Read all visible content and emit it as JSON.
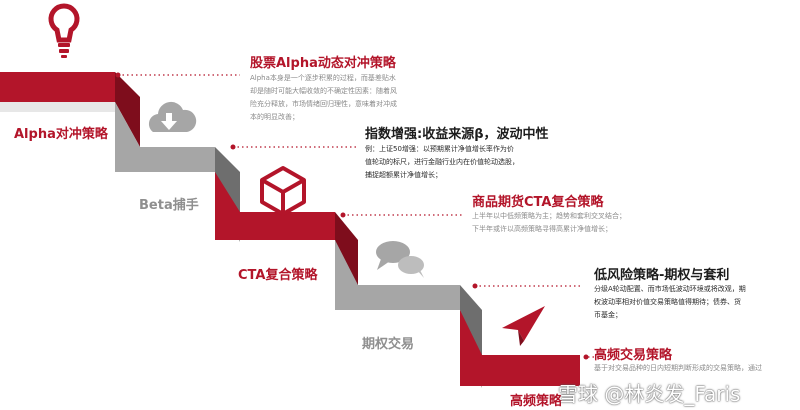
{
  "steps": [
    {
      "label": "Alpha对冲策略"
    },
    {
      "label": "Beta捕手"
    },
    {
      "label": "CTA复合策略"
    },
    {
      "label": "期权交易"
    },
    {
      "label": "高频策略"
    }
  ],
  "strategies": [
    {
      "title": "股票Alpha动态对冲策略",
      "lines": [
        "Alpha本身是一个逐步积累的过程，而基差贴水",
        "却是随时可能大幅收敛的不确定性因素：随着风",
        "险充分释放，市场情绪回归理性，意味着对冲成",
        "本的明显改善；"
      ]
    },
    {
      "title": "指数增强:收益来源β，波动中性",
      "lines": [
        "例：上证50增强：以预期累计净值增长率作为价",
        "值轮动的标尺，进行金融行业内在价值轮动选股，",
        "捕捉超额累计净值增长；"
      ]
    },
    {
      "title": "商品期货CTA复合策略",
      "lines": [
        "上半年以中低频策略为主；趋势和套利交叉结合；",
        "下半年或许以高频策略寻得高累计净值增长；"
      ]
    },
    {
      "title": "低风险策略-期权与套利",
      "lines": [
        "分级A轮动配置、而市场低波动环境或将改观，期",
        "权波动率相对价值交易策略值得期待；债券、货",
        "币基金；"
      ]
    },
    {
      "title": "高频交易策略",
      "lines": [
        "基于对交易品种的日内短期判断形成的交易策略，通过"
      ]
    }
  ],
  "watermark": "雪球 @林炎发_Faris",
  "colors": {
    "red": "#b3152a",
    "darkred": "#7e0d1c",
    "gray": "#a6a6a6",
    "darkgray": "#6e6e6e"
  },
  "icons": [
    "lightbulb-icon",
    "cloud-download-icon",
    "cube-icon",
    "chat-bubbles-icon",
    "paper-plane-icon"
  ]
}
